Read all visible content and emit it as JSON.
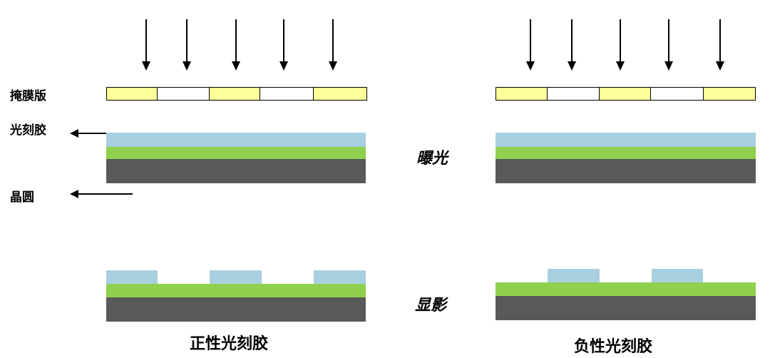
{
  "labels": {
    "mask": "掩膜版",
    "photoresist": "光刻胶",
    "wafer": "晶圆",
    "exposure": "曝光",
    "development": "显影",
    "positive_caption": "正性光刻胶",
    "negative_caption": "负性光刻胶"
  },
  "colors": {
    "mask_opaque": "#ffff99",
    "mask_clear": "#ffffff",
    "photoresist": "#a8d0e0",
    "film": "#8fd14f",
    "wafer": "#595959"
  }
}
